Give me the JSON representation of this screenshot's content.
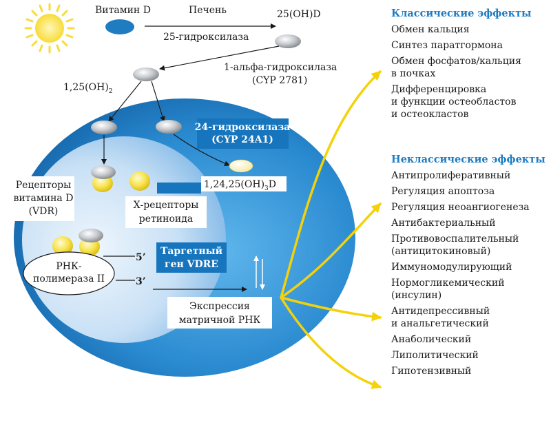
{
  "colors": {
    "cell_outer": "#1f7cc1",
    "cell_inner": "#d6e8f7",
    "label_box": "#1775bd",
    "arrow_yellow": "#f4d20a",
    "sun": "#f9e25a",
    "molecule_gray": "#b9bcc0",
    "molecule_yellow": "#f6e14a"
  },
  "top": {
    "vitamin_d": "Витамин D",
    "liver": "Печень",
    "hydroxylase_25": "25-гидроксилаза",
    "calcidiol": "25(OH)D",
    "alpha_hydroxylase_line1": "1-альфа-гидроксилаза",
    "alpha_hydroxylase_line2": "(CYP 2781)",
    "calcitriol_main": "1,25(OH)",
    "calcitriol_sub": "2"
  },
  "cell": {
    "hydroxylase_24_line1": "24-гидроксилаза",
    "hydroxylase_24_line2": "(CYP 24A1)",
    "product_main": "1,24,25(OH)",
    "product_sub": "3",
    "product_end": "D",
    "vdr_line1": "Рецепторы",
    "vdr_line2": "витамина D",
    "vdr_line3": "(VDR)",
    "rxr_line1": "Х-рецепторы",
    "rxr_line2": "ретиноида",
    "rna_pol_line1": "РНК-",
    "rna_pol_line2": "полимераза II",
    "five_prime": "5’",
    "three_prime": "3’",
    "target_line1": "Таргетный",
    "target_line2": "ген VDRE",
    "mrna_line1": "Экспрессия",
    "mrna_line2": "матричной РНК"
  },
  "classic": {
    "heading": "Классические эффекты",
    "items": [
      "Обмен кальция",
      "Синтез паратгормона",
      "Обмен фосфатов/кальция\nв почках",
      "Дифференцировка\nи функции остеобластов\nи остеокластов"
    ]
  },
  "nonclassic": {
    "heading": "Неклассические эффекты",
    "items": [
      "Антипролиферативный",
      "Регуляция апоптоза",
      "Регуляция неоангиогенеза",
      "Антибактериальный",
      "Противовоспалительный\n(антицитокиновый)",
      "Иммуномодулирующий",
      "Нормогликемический\n(инсулин)",
      "Антидепрессивный\nи анальгетический",
      "Анаболический",
      "Липолитический",
      "Гипотензивный"
    ]
  }
}
